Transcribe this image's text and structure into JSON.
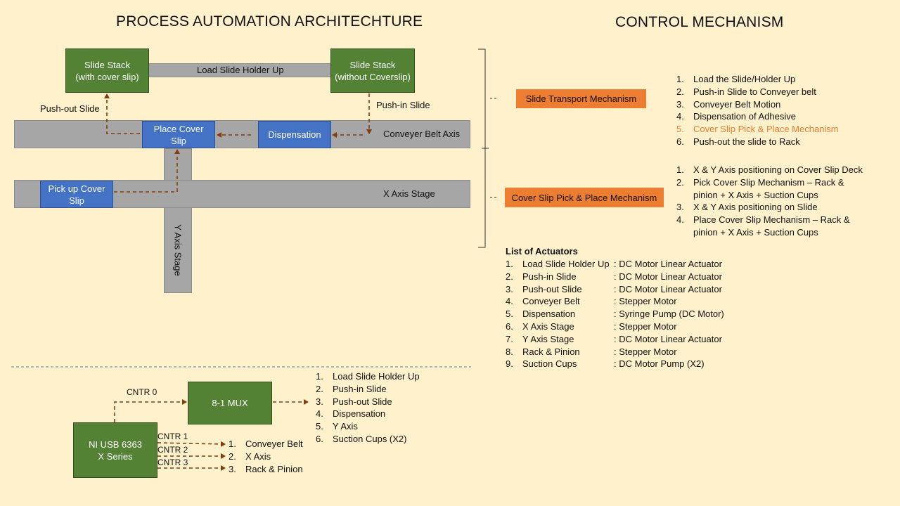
{
  "titles": {
    "left": "PROCESS AUTOMATION ARCHITECHTURE",
    "right": "CONTROL MECHANISM"
  },
  "diagram": {
    "slide_stack_with": "Slide Stack\n(with cover slip)",
    "slide_stack_without": "Slide Stack\n(without Coverslip)",
    "load_slide_holder_up": "Load Slide Holder Up",
    "push_out_slide": "Push-out Slide",
    "push_in_slide": "Push-in Slide",
    "place_cover_slip": "Place Cover\nSlip",
    "dispensation": "Dispensation",
    "conveyer_belt_axis": "Conveyer Belt Axis",
    "pick_up_cover_slip": "Pick up Cover\nSlip",
    "x_axis_stage": "X Axis Stage",
    "y_axis_stage": "Y Axis Stage"
  },
  "controller": {
    "ni_usb": "NI USB 6363\nX Series",
    "mux": "8-1 MUX",
    "cntr0": "CNTR 0",
    "cntr1": "CNTR 1",
    "cntr2": "CNTR 2",
    "cntr3": "CNTR 3",
    "mux_outputs": [
      {
        "n": "1.",
        "t": "Load Slide Holder Up"
      },
      {
        "n": "2.",
        "t": "Push-in Slide"
      },
      {
        "n": "3.",
        "t": "Push-out Slide"
      },
      {
        "n": "4.",
        "t": "Dispensation"
      },
      {
        "n": "5.",
        "t": "Y Axis"
      },
      {
        "n": "6.",
        "t": "Suction Cups (X2)"
      }
    ],
    "counter_outputs": [
      {
        "n": "1.",
        "t": "Conveyer Belt"
      },
      {
        "n": "2.",
        "t": "X Axis"
      },
      {
        "n": "3.",
        "t": "Rack & Pinion"
      }
    ]
  },
  "control": {
    "slide_transport_label": "Slide Transport Mechanism",
    "cover_slip_label": "Cover Slip Pick & Place Mechanism",
    "slide_transport_steps": [
      {
        "n": "1.",
        "t": "Load the Slide/Holder Up"
      },
      {
        "n": "2.",
        "t": "Push-in Slide to Conveyer belt"
      },
      {
        "n": "3.",
        "t": "Conveyer Belt Motion"
      },
      {
        "n": "4.",
        "t": "Dispensation of Adhesive"
      },
      {
        "n": "5.",
        "t": "Cover Slip Pick & Place Mechanism"
      },
      {
        "n": "6.",
        "t": "Push-out the slide to Rack"
      }
    ],
    "cover_slip_steps": [
      {
        "n": "1.",
        "t": "X & Y Axis positioning on Cover Slip Deck"
      },
      {
        "n": "2.",
        "t": "Pick Cover Slip Mechanism – Rack &\npinion + X Axis + Suction Cups"
      },
      {
        "n": "3.",
        "t": "X & Y Axis positioning on Slide"
      },
      {
        "n": "4.",
        "t": "Place Cover Slip Mechanism – Rack &\npinion + X Axis + Suction Cups"
      }
    ],
    "highlight_color": "#ed7d31"
  },
  "actuators": {
    "heading": "List of Actuators",
    "items": [
      {
        "n": "1.",
        "name": "Load Slide Holder Up",
        "type": ": DC Motor Linear Actuator"
      },
      {
        "n": "2.",
        "name": "Push-in Slide",
        "type": ": DC Motor Linear Actuator"
      },
      {
        "n": "3.",
        "name": "Push-out Slide",
        "type": ": DC Motor Linear Actuator"
      },
      {
        "n": "4.",
        "name": "Conveyer Belt",
        "type": ": Stepper Motor"
      },
      {
        "n": "5.",
        "name": "Dispensation",
        "type": ": Syringe Pump (DC Motor)"
      },
      {
        "n": "6.",
        "name": "X Axis Stage",
        "type": ": Stepper Motor"
      },
      {
        "n": "7.",
        "name": "Y Axis Stage",
        "type": ": DC Motor Linear Actuator"
      },
      {
        "n": "8.",
        "name": "Rack & Pinion",
        "type": ": Stepper Motor"
      },
      {
        "n": "9.",
        "name": "Suction Cups",
        "type": ": DC Motor Pump (X2)"
      }
    ]
  },
  "colors": {
    "background": "#fff1cc",
    "green_box": "#548235",
    "blue_box": "#4472c4",
    "grey_bar": "#a6a6a6",
    "orange_label": "#ed7d31",
    "arrow": "#843c0c"
  }
}
